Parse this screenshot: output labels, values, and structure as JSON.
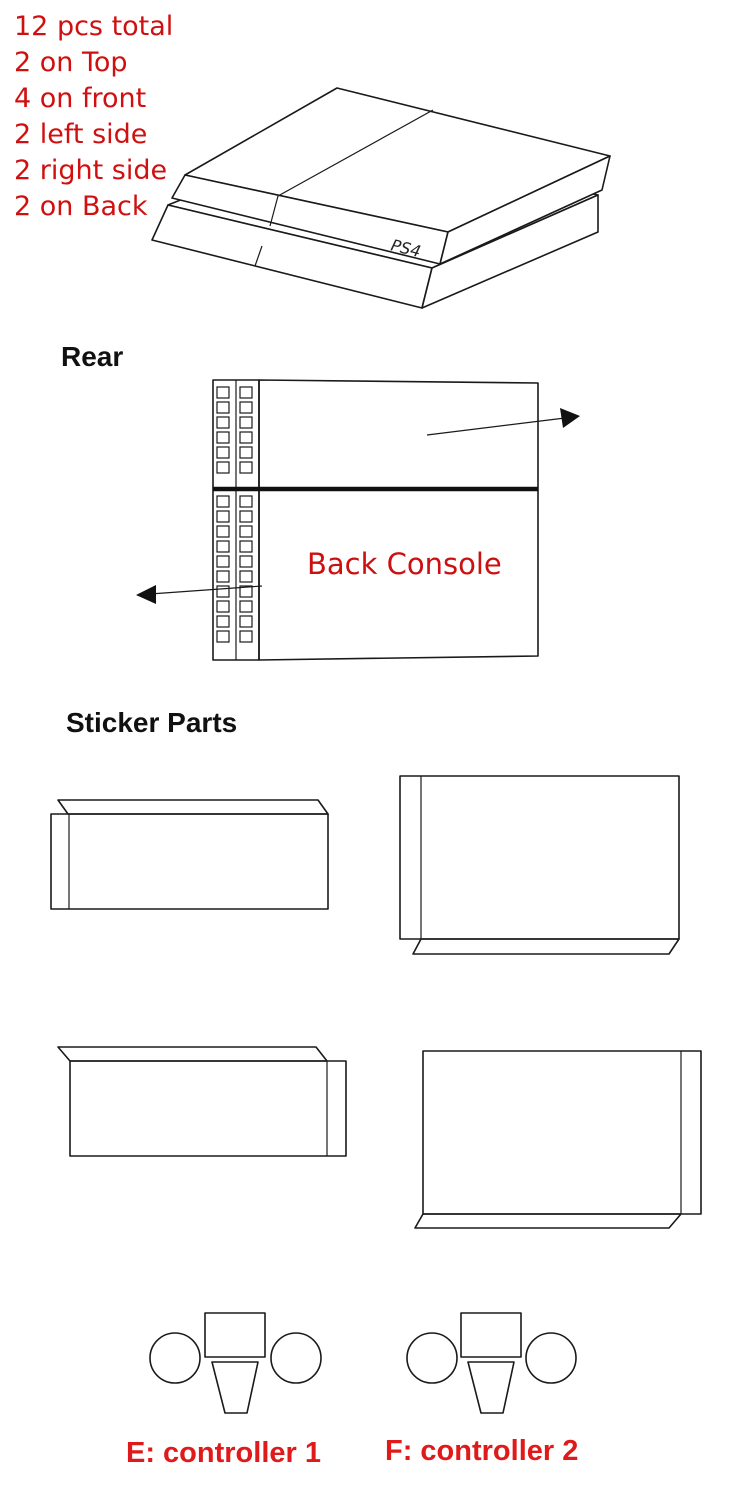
{
  "notes": {
    "lines": [
      "12 pcs total",
      "2 on Top",
      "4 on front",
      "2 left side",
      "2 right side",
      "2 on Back"
    ],
    "color": "#d01010"
  },
  "console": {
    "logo": "PS4"
  },
  "rear": {
    "heading": "Rear",
    "label": "Back Console"
  },
  "parts": {
    "heading": "Sticker Parts"
  },
  "controllers": {
    "e_label": "E: controller 1",
    "f_label": "F: controller 2",
    "label_color": "#e01a1a"
  }
}
